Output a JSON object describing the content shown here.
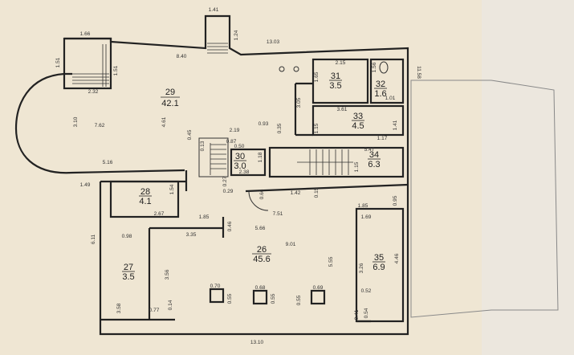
{
  "rooms": [
    {
      "id": "r29",
      "number": "29",
      "area": "42.1"
    },
    {
      "id": "r31",
      "number": "31",
      "area": "3.5"
    },
    {
      "id": "r32",
      "number": "32",
      "area": "1.6"
    },
    {
      "id": "r33",
      "number": "33",
      "area": "4.5"
    },
    {
      "id": "r34",
      "number": "34",
      "area": "6.3"
    },
    {
      "id": "r30",
      "number": "30",
      "area": "3.0"
    },
    {
      "id": "r28",
      "number": "28",
      "area": "4.1"
    },
    {
      "id": "r26",
      "number": "26",
      "area": "45.6"
    },
    {
      "id": "r27",
      "number": "27",
      "area": "3.5"
    },
    {
      "id": "r35",
      "number": "35",
      "area": "6.9"
    }
  ],
  "dimensions": [
    "1.41",
    "1.24",
    "13.03",
    "1.66",
    "8.40",
    "1.51",
    "1.51",
    "2.32",
    "2.15",
    "1.56",
    "1.65",
    "11.58",
    "1.01",
    "3.05",
    "3.61",
    "3.10",
    "7.62",
    "4.61",
    "2.19",
    "0.93",
    "0.35",
    "1.15",
    "1.41",
    "1.17",
    "5.47",
    "0.45",
    "0.13",
    "0.87",
    "0.50",
    "1.18",
    "1.15",
    "5.16",
    "2.38",
    "1.49",
    "1.54",
    "0.27",
    "0.29",
    "0.66",
    "1.42",
    "0.15",
    "7.51",
    "2.67",
    "1.85",
    "0.46",
    "1.85",
    "0.95",
    "1.69",
    "6.11",
    "0.98",
    "3.35",
    "5.66",
    "9.01",
    "3.26",
    "4.46",
    "5.55",
    "3.56",
    "0.52",
    "0.70",
    "0.68",
    "0.69",
    "0.55",
    "0.55",
    "0.55",
    "3.58",
    "0.77",
    "0.14",
    "0.41",
    "0.54",
    "13.10"
  ]
}
